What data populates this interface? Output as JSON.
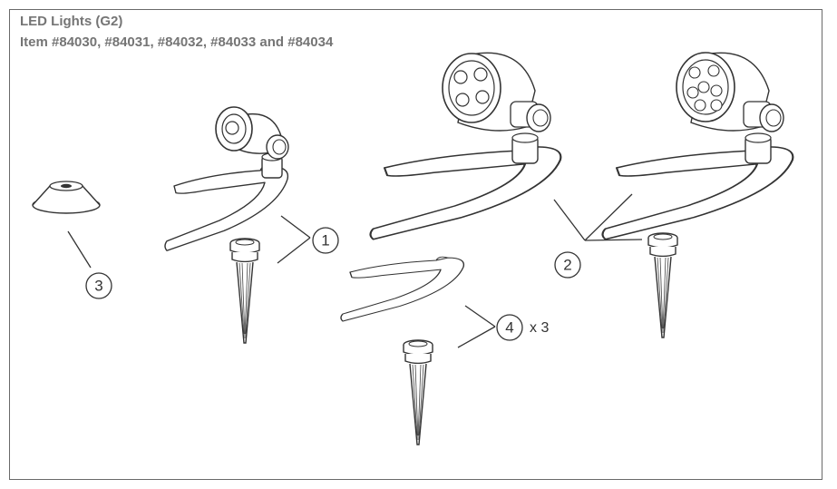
{
  "header": {
    "title": "LED Lights (G2)",
    "subtitle": "Item #84030, #84031, #84032, #84033 and #84034"
  },
  "callouts": {
    "c1": "1",
    "c2": "2",
    "c3": "3",
    "c4": "4",
    "c4_qty": "x 3"
  },
  "parts": {
    "part1": "small-led-spotlight-with-bracket",
    "part2": "large-led-spotlight-with-bracket",
    "part3": "round-base-cap",
    "part4": "bracket-and-ground-stake"
  },
  "colors": {
    "line": "#3a3a3a",
    "text": "#757575"
  }
}
